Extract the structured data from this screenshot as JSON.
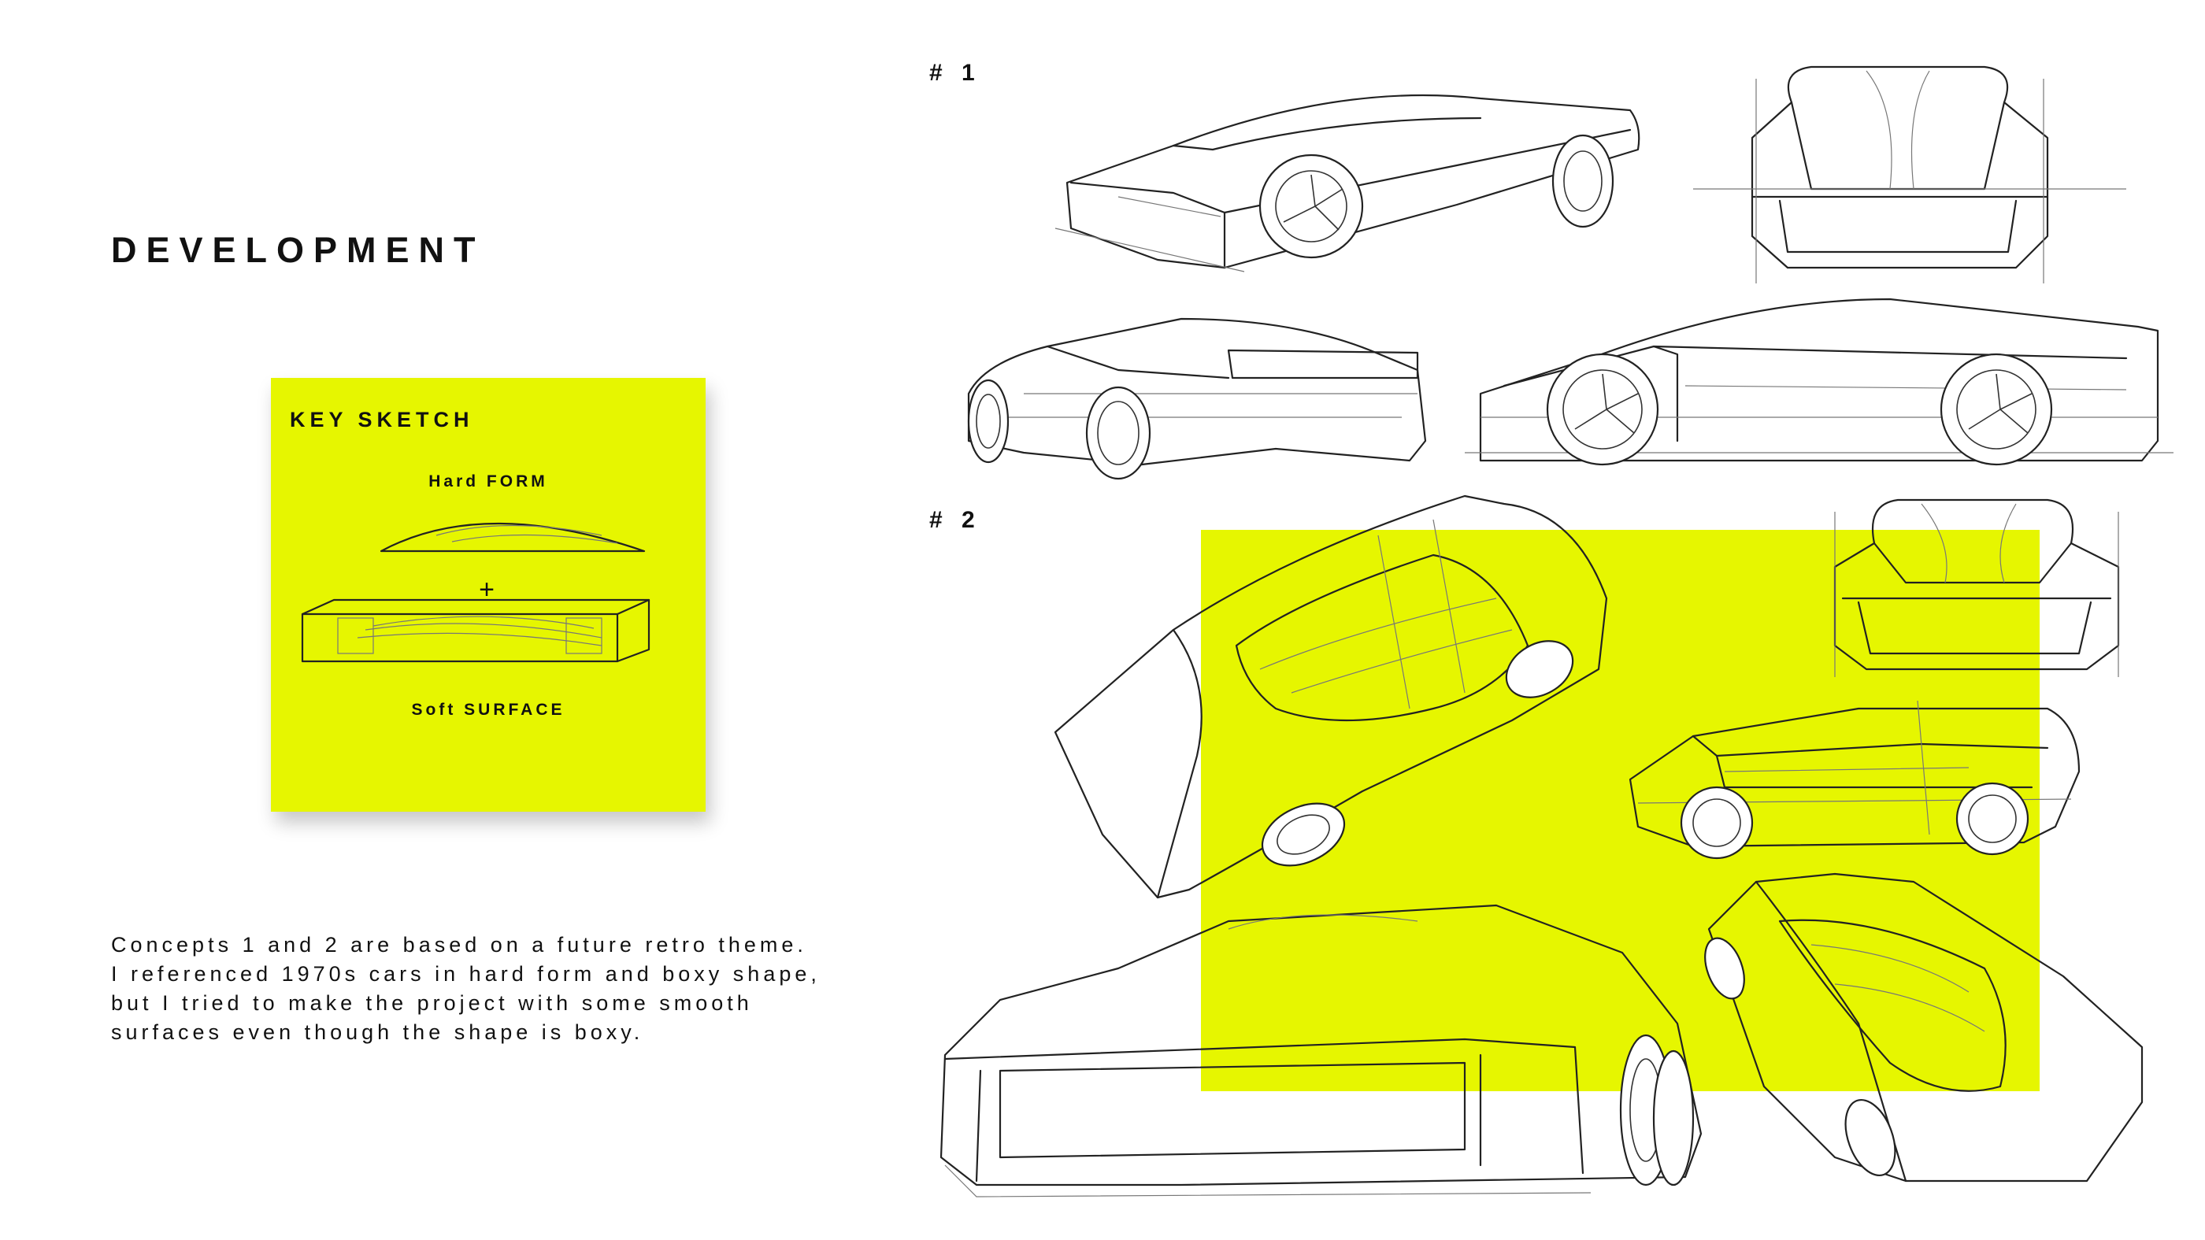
{
  "page": {
    "title": "DEVELOPMENT",
    "description": "Concepts 1 and 2 are based on a future retro theme.\nI referenced 1970s cars in hard form and boxy shape,\nbut I tried to make the project with some smooth\nsurfaces even though the shape is boxy."
  },
  "key_sketch": {
    "title": "KEY SKETCH",
    "top_label": "Hard FORM",
    "bottom_label": "Soft SURFACE",
    "operator": "+"
  },
  "concepts": [
    {
      "label": "# 1"
    },
    {
      "label": "# 2"
    }
  ],
  "colors": {
    "accent": "#e6f600",
    "ink": "#111111",
    "background": "#ffffff"
  }
}
